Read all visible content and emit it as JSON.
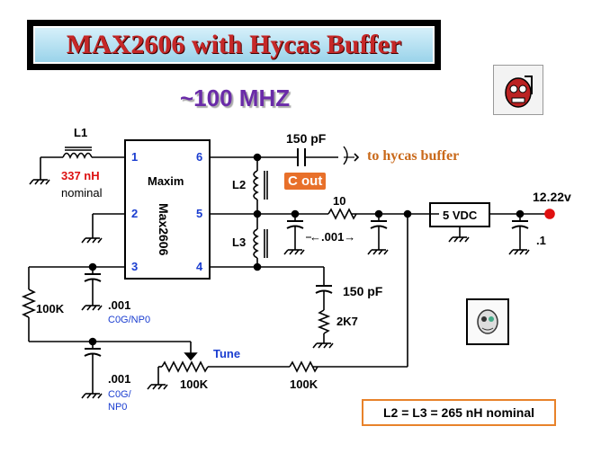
{
  "title": "MAX2606 with Hycas Buffer",
  "subtitle": "~100 MHZ",
  "ic": {
    "maker": "Maxim",
    "part": "Max2606",
    "pins": [
      "1",
      "2",
      "3",
      "4",
      "5",
      "6"
    ]
  },
  "components": {
    "l1_name": "L1",
    "l1_value": "337 nH",
    "l1_note": "nominal",
    "l2_name": "L2",
    "l3_name": "L3",
    "c_out_top": "150 pF",
    "c_out_label": "C out",
    "r_series": "10",
    "c_bypass_pair": "←.001→",
    "reg_label": "5 VDC",
    "supply_voltage": "12.22v",
    "c_supply": ".1",
    "c_pin4": "150 pF",
    "r_pin4": "2K7",
    "r_bias": "100K",
    "c_pin3_value": ".001",
    "c_pin3_type": "C0G/NP0",
    "c_tune_value": ".001",
    "c_tune_type_1": "C0G/",
    "c_tune_type_2": "NP0",
    "tune_label": "Tune",
    "pot_value": "100K",
    "r_tune": "100K"
  },
  "output_label": "to hycas buffer",
  "footnote": "L2 = L3 = 265 nH nominal",
  "icons": {
    "logo": "hycas-logo-icon",
    "face": "skull-face-icon"
  }
}
